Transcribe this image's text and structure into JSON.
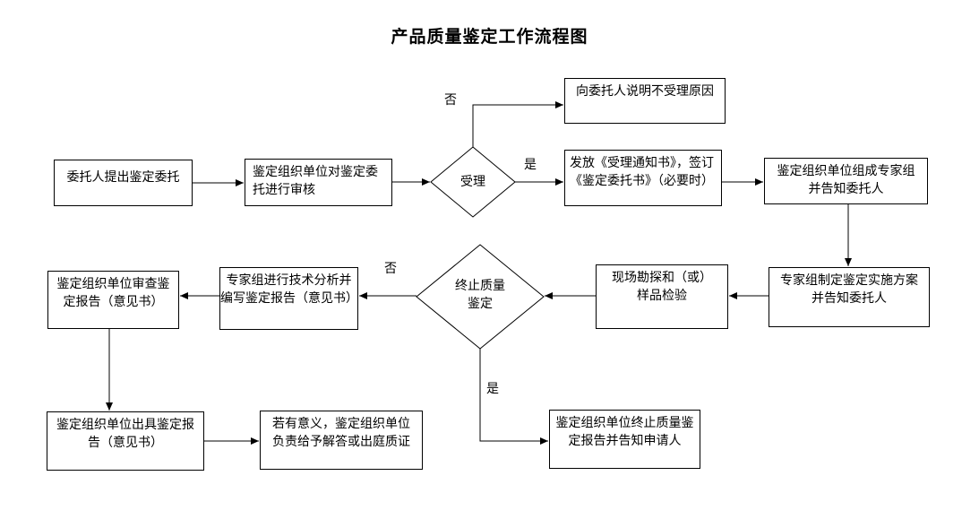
{
  "title": "产品质量鉴定工作流程图",
  "nodes": {
    "request": {
      "lines": [
        "委托人提出鉴定委托"
      ]
    },
    "audit": {
      "lines": [
        "鉴定组织单位对鉴定委",
        "托进行审核"
      ]
    },
    "accept_decision": {
      "lines": [
        "受理"
      ]
    },
    "explain_rejection": {
      "lines": [
        "向委托人说明不受理原因"
      ]
    },
    "issue_notice": {
      "lines": [
        "发放《受理通知书》，签订",
        "《鉴定委托书》（必要时）"
      ]
    },
    "form_expert_group": {
      "lines": [
        "鉴定组织单位组成专家组",
        "并告知委托人"
      ]
    },
    "make_plan": {
      "lines": [
        "专家组制定鉴定实施方案",
        "并告知委托人"
      ]
    },
    "site_survey": {
      "lines": [
        "现场勘探和（或）",
        "样品检验"
      ]
    },
    "terminate_decision": {
      "lines": [
        "终止质量",
        "鉴定"
      ]
    },
    "technical_analysis": {
      "lines": [
        "专家组进行技术分析并",
        "编写鉴定报告（意见书）"
      ]
    },
    "review_report": {
      "lines": [
        "鉴定组织单位审查鉴",
        "定报告（意见书）"
      ]
    },
    "issue_report": {
      "lines": [
        "鉴定组织单位出具鉴定报",
        "告（意见书）"
      ]
    },
    "answer_questions": {
      "lines": [
        "若有意义，鉴定组织单位",
        "负责给予解答或出庭质证"
      ]
    },
    "terminate_report": {
      "lines": [
        "鉴定组织单位终止质量鉴",
        "定报告并告知申请人"
      ]
    }
  },
  "edge_labels": {
    "accept_no": "否",
    "accept_yes": "是",
    "terminate_no": "否",
    "terminate_yes": "是"
  },
  "colors": {
    "line": "#000000",
    "node_fill": "#ffffff",
    "background": "#ffffff"
  }
}
